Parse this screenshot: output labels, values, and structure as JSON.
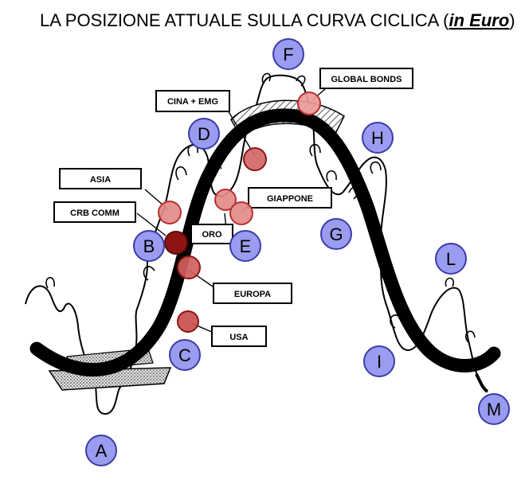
{
  "title": {
    "main": "LA POSIZIONE ATTUALE SULLA CURVA CICLICA (",
    "em": "in Euro",
    "close": ")"
  },
  "colors": {
    "phase_fill": "#9a9cf0",
    "phase_stroke": "#3b3ba8",
    "marker_fill": "#e38a8a",
    "marker_stroke": "#b83030",
    "marker_dark": "#8e1414",
    "curve": "#000000",
    "band_fill": "#d8d8d8"
  },
  "phases": [
    "A",
    "B",
    "C",
    "D",
    "E",
    "F",
    "G",
    "H",
    "I",
    "L",
    "M"
  ],
  "callouts": {
    "asia": "ASIA",
    "crb_comm": "CRB COMM",
    "cina_emg": "CINA + EMG",
    "global_bonds": "GLOBAL BONDS",
    "giappone": "GIAPPONE",
    "oro": "ORO",
    "europa": "EUROPA",
    "usa": "USA"
  }
}
